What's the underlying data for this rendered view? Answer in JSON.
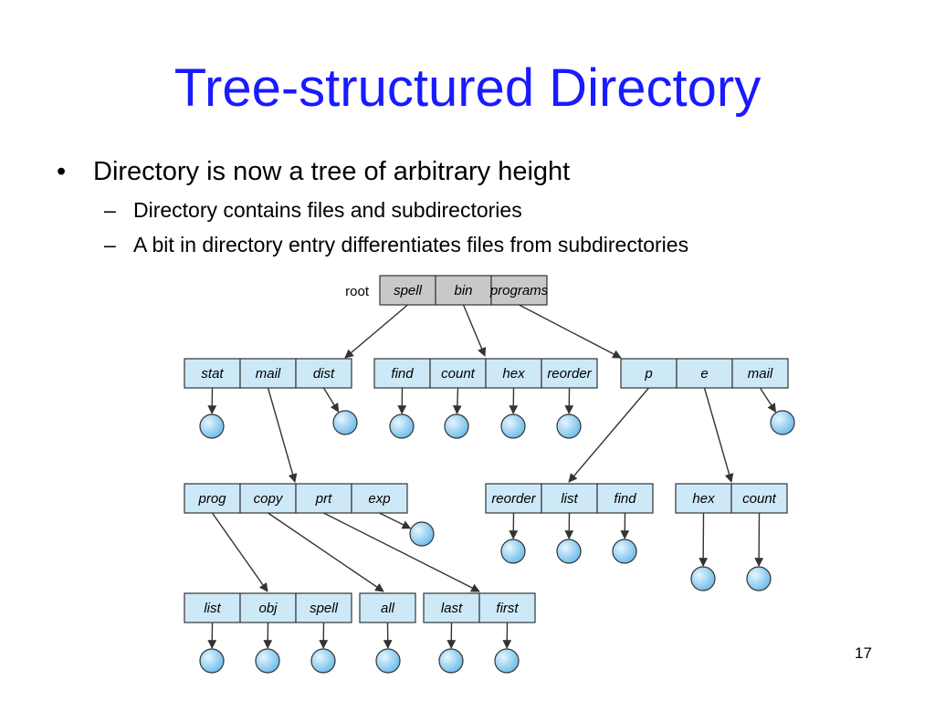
{
  "slide": {
    "title": "Tree-structured Directory",
    "bullets": [
      {
        "marker": "•",
        "text": "Directory is now a tree of arbitrary height"
      },
      {
        "marker": "–",
        "text": "Directory contains files and subdirectories"
      },
      {
        "marker": "–",
        "text": "A bit in directory entry differentiates files from subdirectories"
      }
    ],
    "page_number": "17"
  },
  "diagram": {
    "root_label": "root",
    "colors": {
      "root_cell": "#c8c8c8",
      "cell": "#cde9f8",
      "file_node": "#7cc4ee",
      "stroke": "#333333"
    },
    "directories": [
      {
        "id": "root",
        "entries": [
          "spell",
          "bin",
          "programs"
        ]
      },
      {
        "id": "spell",
        "entries": [
          "stat",
          "mail",
          "dist"
        ]
      },
      {
        "id": "bin",
        "entries": [
          "find",
          "count",
          "hex",
          "reorder"
        ]
      },
      {
        "id": "programs",
        "entries": [
          "p",
          "e",
          "mail"
        ]
      },
      {
        "id": "mail",
        "entries": [
          "prog",
          "copy",
          "prt",
          "exp"
        ]
      },
      {
        "id": "p",
        "entries": [
          "reorder",
          "list",
          "find"
        ]
      },
      {
        "id": "e",
        "entries": [
          "hex",
          "count"
        ]
      },
      {
        "id": "prog",
        "entries": [
          "list",
          "obj",
          "spell"
        ]
      },
      {
        "id": "copy",
        "entries": [
          "all"
        ]
      },
      {
        "id": "prt",
        "entries": [
          "last",
          "first"
        ]
      }
    ]
  }
}
